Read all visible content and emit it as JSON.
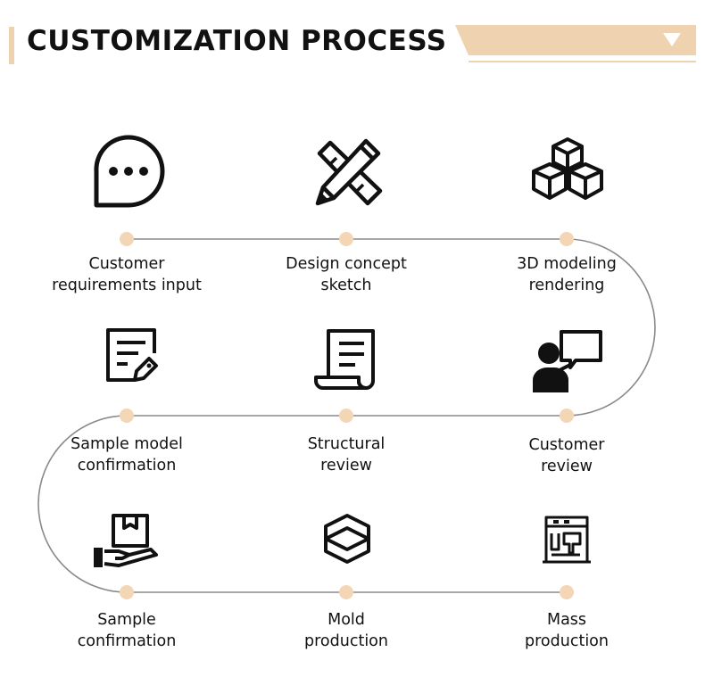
{
  "title": "CUSTOMIZATION PROCESS",
  "colors": {
    "accent": "#efd3b0",
    "dot": "#f2d6b6",
    "line": "#8a8a8a",
    "icon": "#111111"
  },
  "steps": [
    {
      "line1": "Customer",
      "line2": "requirements input",
      "icon": "chat-bubble-icon"
    },
    {
      "line1": "Design concept",
      "line2": "sketch",
      "icon": "pencil-ruler-icon"
    },
    {
      "line1": "3D modeling",
      "line2": "rendering",
      "icon": "cubes-icon"
    },
    {
      "line1": "Sample model",
      "line2": "confirmation",
      "icon": "document-tag-icon"
    },
    {
      "line1": "Structural",
      "line2": "review",
      "icon": "scroll-document-icon"
    },
    {
      "line1": "Customer",
      "line2": "review",
      "icon": "presenter-screen-icon"
    },
    {
      "line1": "Sample",
      "line2": "confirmation",
      "icon": "hand-box-icon"
    },
    {
      "line1": "Mold",
      "line2": "production",
      "icon": "box-icon"
    },
    {
      "line1": "Mass",
      "line2": "production",
      "icon": "machine-icon"
    }
  ]
}
